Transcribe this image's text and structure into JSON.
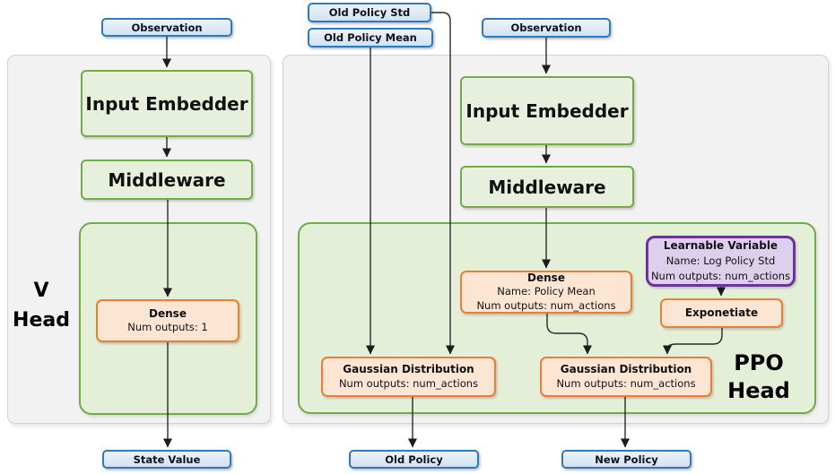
{
  "colors": {
    "blue_border": "#2b7bc4",
    "blue_fill": "#d9e5f3",
    "green_border": "#70ad47",
    "green_fill": "#e7f0dc",
    "container_green_fill": "#e4efd8",
    "orange_border": "#ed7d31",
    "orange_fill": "#fce6d3",
    "purple_border": "#7030a0",
    "purple_fill": "#ddd0ec",
    "gray_container_fill": "#f2f2f2",
    "arrow": "#2a2a2a"
  },
  "v_head": {
    "title_line1": "V",
    "title_line2": "Head",
    "observation_label": "Observation",
    "input_embedder_label": "Input Embedder",
    "middleware_label": "Middleware",
    "dense": {
      "title": "Dense",
      "num_outputs": "Num outputs: 1"
    },
    "state_value_label": "State Value"
  },
  "ppo_head": {
    "title_line1": "PPO",
    "title_line2": "Head",
    "old_policy_std_label": "Old Policy Std",
    "old_policy_mean_label": "Old Policy Mean",
    "observation_label": "Observation",
    "input_embedder_label": "Input Embedder",
    "middleware_label": "Middleware",
    "dense": {
      "title": "Dense",
      "name": "Name: Policy Mean",
      "num_outputs": "Num outputs: num_actions"
    },
    "learnable_variable": {
      "title": "Learnable Variable",
      "name": "Name: Log Policy Std",
      "num_outputs": "Num outputs: num_actions"
    },
    "exponetiate_label": "Exponetiate",
    "gaussian_old": {
      "title": "Gaussian Distribution",
      "num_outputs": "Num outputs: num_actions"
    },
    "gaussian_new": {
      "title": "Gaussian Distribution",
      "num_outputs": "Num outputs: num_actions"
    },
    "old_policy_label": "Old Policy",
    "new_policy_label": "New Policy"
  }
}
